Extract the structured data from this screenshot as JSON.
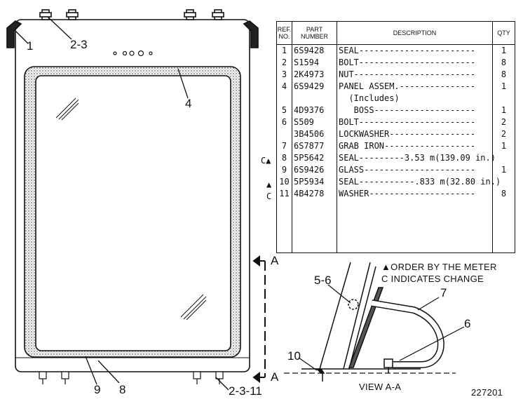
{
  "callouts": {
    "c1": "1",
    "c2_3_top": "2-3",
    "c4": "4",
    "c9": "9",
    "c8": "8",
    "c2_3_11": "2-3-11",
    "section_top": "A",
    "section_bottom": "A",
    "c5_6": "5-6",
    "c7": "7",
    "c6": "6",
    "c10": "10"
  },
  "table": {
    "headers": {
      "ref": "REF. NO.",
      "part": "PART NUMBER",
      "desc": "DESCRIPTION",
      "qty": "QTY"
    },
    "rows": [
      {
        "marker": "",
        "ref": "1",
        "part": "6S9428",
        "desc": "SEAL-----------------------",
        "qty": "1"
      },
      {
        "marker": "",
        "ref": "2",
        "part": "S1594",
        "desc": "BOLT-----------------------",
        "qty": "8"
      },
      {
        "marker": "",
        "ref": "3",
        "part": "2K4973",
        "desc": "NUT------------------------",
        "qty": "8"
      },
      {
        "marker": "",
        "ref": "4",
        "part": "6S9429",
        "desc": "PANEL ASSEM.---------------",
        "qty": "1"
      },
      {
        "marker": "",
        "ref": "",
        "part": "",
        "desc": "  (Includes)",
        "qty": ""
      },
      {
        "marker": "",
        "ref": "5",
        "part": "4D9376",
        "desc": "   BOSS--------------------",
        "qty": "1"
      },
      {
        "marker": "",
        "ref": "6",
        "part": "S509",
        "desc": "BOLT-----------------------",
        "qty": "2"
      },
      {
        "marker": "",
        "ref": "",
        "part": "3B4506",
        "desc": "LOCKWASHER-----------------",
        "qty": "2"
      },
      {
        "marker": "",
        "ref": "7",
        "part": "6S7877",
        "desc": "GRAB IRON------------------",
        "qty": "1"
      },
      {
        "marker": "C▲",
        "ref": "8",
        "part": "5P5642",
        "desc": "SEAL---------3.53 m(139.09 in.)",
        "qty": ""
      },
      {
        "marker": "",
        "ref": "9",
        "part": "6S9426",
        "desc": "GLASS----------------------",
        "qty": "1"
      },
      {
        "marker": "▲",
        "ref": "10",
        "part": "5P5934",
        "desc": "SEAL-----------.833 m(32.80 in.)",
        "qty": ""
      },
      {
        "marker": "C",
        "ref": "11",
        "part": "4B4278",
        "desc": "WASHER---------------------",
        "qty": "8"
      }
    ]
  },
  "notes": {
    "order_by_meter": "▲ORDER BY THE METER",
    "indicates_change": "C INDICATES CHANGE",
    "view_label": "VIEW A-A",
    "drawing_number": "227201"
  }
}
